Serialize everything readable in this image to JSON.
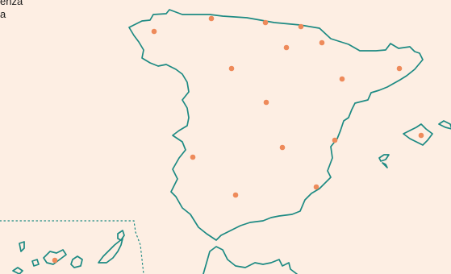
{
  "legend": {
    "lines": [
      "",
      "enza",
      "a"
    ]
  },
  "colors": {
    "background": "#fdeee3",
    "coastline": "#1d8a83",
    "marker": "#ee8a5a",
    "text": "#1a1a1a"
  },
  "markers": {
    "count": 17,
    "icon": "circle-dot"
  }
}
